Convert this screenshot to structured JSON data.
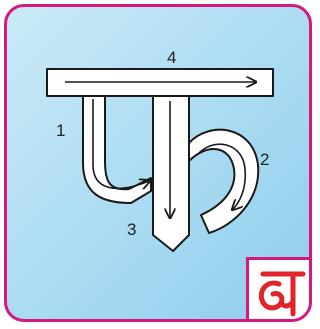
{
  "stroke_numbers": [
    "1",
    "2",
    "3",
    "4"
  ],
  "colors": {
    "border": "#d6177e",
    "background": "#a9dbf2",
    "glyph_fill": "#ffffff",
    "glyph_outline": "#1a1a1a",
    "odia_letter": "#e2232a"
  },
  "icons": {
    "main_glyph": "devanagari-pha-glyph",
    "corner_glyph": "odia-letter-glyph"
  }
}
